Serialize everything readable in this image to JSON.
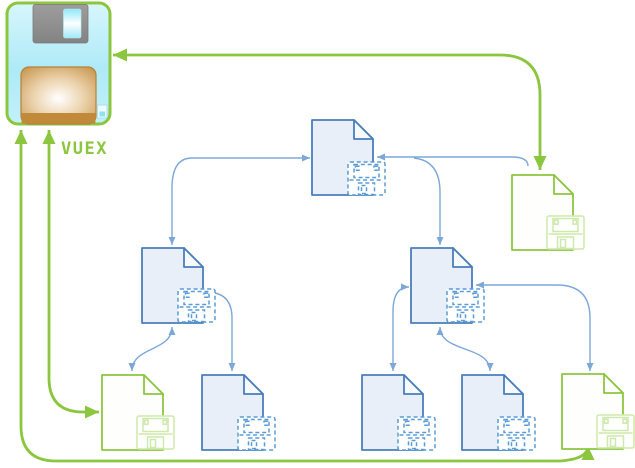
{
  "diagram": {
    "store_label": "VUEX",
    "colors": {
      "green": "#8cc63f",
      "green_light": "#cde9ab",
      "blue_line": "#7da7d8",
      "blue_border": "#4a7ebb",
      "blue_fill": "#e9eff8",
      "blue_dash": "#5b9bd5",
      "shutter_gray": "#8f8f8f",
      "label_orange": "#c9974f",
      "disk_cyan": "#b5ecf8"
    },
    "nodes": [
      {
        "id": "vuex-store",
        "type": "floppy-disk",
        "label": "VUEX"
      },
      {
        "id": "doc-root",
        "type": "document-with-unsaved-state"
      },
      {
        "id": "doc-saved-top-right",
        "type": "document-saved"
      },
      {
        "id": "doc-branch-left",
        "type": "document-with-unsaved-state"
      },
      {
        "id": "doc-branch-right",
        "type": "document-with-unsaved-state"
      },
      {
        "id": "doc-saved-bottom-left",
        "type": "document-saved"
      },
      {
        "id": "doc-leaf-2",
        "type": "document-with-unsaved-state"
      },
      {
        "id": "doc-leaf-3",
        "type": "document-with-unsaved-state"
      },
      {
        "id": "doc-leaf-4",
        "type": "document-with-unsaved-state"
      },
      {
        "id": "doc-saved-bottom-right",
        "type": "document-saved"
      }
    ],
    "edges": [
      {
        "from": "doc-saved-top-right",
        "to": "vuex-store",
        "color": "green",
        "bidirectional": true
      },
      {
        "from": "doc-saved-bottom-left",
        "to": "vuex-store",
        "color": "green",
        "bidirectional": true
      },
      {
        "from": "doc-saved-bottom-right",
        "to": "vuex-store",
        "color": "green",
        "bidirectional": true
      },
      {
        "from": "doc-branch-left",
        "to": "doc-root",
        "color": "blue",
        "bidirectional": true
      },
      {
        "from": "doc-saved-top-right",
        "to": "doc-root",
        "color": "blue",
        "bidirectional": false
      },
      {
        "from": "doc-root",
        "to": "doc-branch-right",
        "color": "blue",
        "bidirectional": false
      },
      {
        "from": "doc-branch-right",
        "to": "doc-saved-bottom-right",
        "color": "blue",
        "bidirectional": true
      },
      {
        "from": "doc-saved-bottom-left",
        "to": "doc-branch-left",
        "color": "blue",
        "bidirectional": true
      },
      {
        "from": "doc-leaf-2",
        "to": "doc-branch-left",
        "color": "blue",
        "bidirectional": true
      },
      {
        "from": "doc-leaf-3",
        "to": "doc-branch-right",
        "color": "blue",
        "bidirectional": true
      },
      {
        "from": "doc-leaf-4",
        "to": "doc-branch-right",
        "color": "blue",
        "bidirectional": true
      }
    ]
  }
}
